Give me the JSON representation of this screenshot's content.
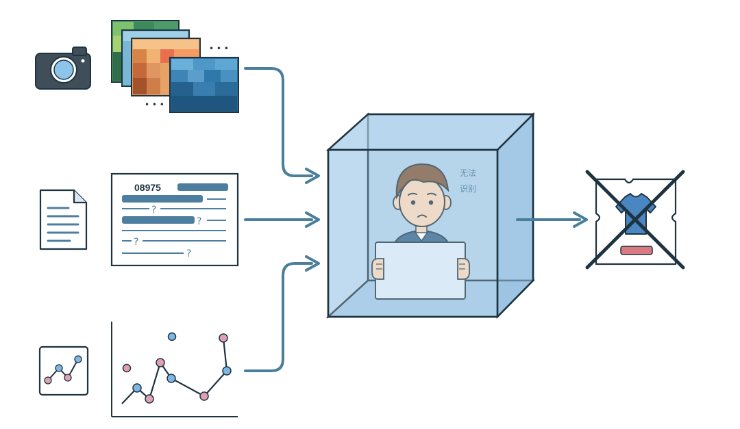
{
  "doc_card": {
    "number": "08975",
    "question_mark": "?"
  },
  "box": {
    "caption_line1": "无法",
    "caption_line2": "识别"
  },
  "image_stack": {
    "ellipsis": "• • •"
  },
  "colors": {
    "outline": "#1e3340",
    "arrow": "#4a7f9c",
    "cube_fill": "#c9e0f2",
    "cube_back": "#a9cde8",
    "doc_bar": "#4d7ea0",
    "scatter_blue": "#7db7e2",
    "scatter_pink": "#e0a0b2",
    "badge_red": "#d77a82"
  },
  "icons": {
    "camera": "camera-icon",
    "document": "document-icon",
    "chart": "line-chart-icon",
    "shirt": "tshirt-icon",
    "cross": "cross-icon"
  }
}
